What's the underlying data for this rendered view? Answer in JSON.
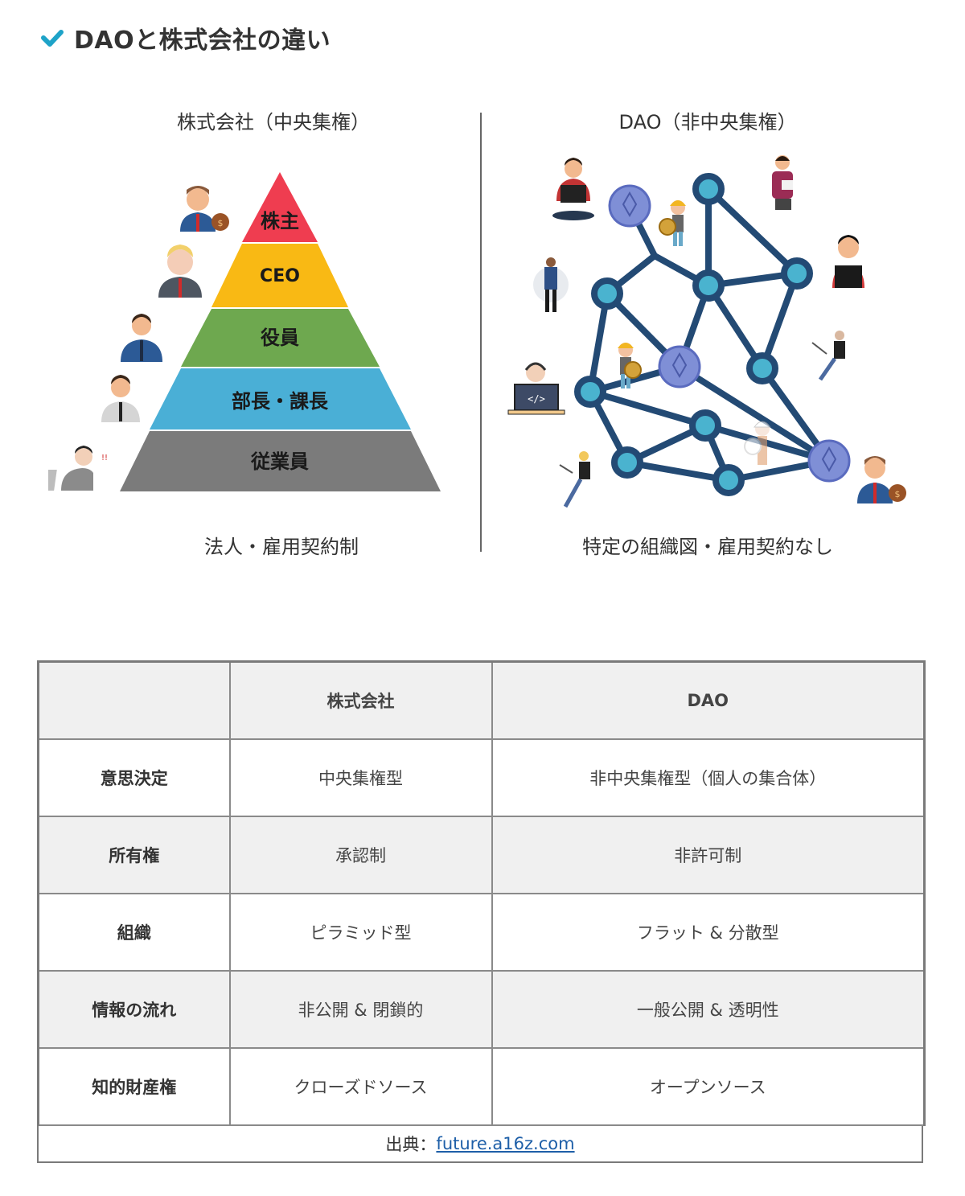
{
  "heading": {
    "icon": "checkmark-icon",
    "icon_color": "#1ea3c8",
    "title": "DAOと株式会社の違い"
  },
  "figure": {
    "left_panel": {
      "title": "株式会社（中央集権）",
      "caption": "法人・雇用契約制",
      "pyramid_levels": [
        {
          "label": "株主",
          "color": "#ef3d50",
          "person": "shareholder-with-money-bag"
        },
        {
          "label": "CEO",
          "color": "#f9b914",
          "person": "ceo"
        },
        {
          "label": "役員",
          "color": "#6ea84f",
          "person": "executive"
        },
        {
          "label": "部長・課長",
          "color": "#4aafd6",
          "person": "manager"
        },
        {
          "label": "従業員",
          "color": "#7b7b7b",
          "person": "stressed-employee"
        }
      ]
    },
    "right_panel": {
      "title": "DAO（非中央集権）",
      "caption": "特定の組織図・雇用契約なし",
      "node_color": "#4ab3cf",
      "edge_color": "#234a74",
      "coin_color": "#7f8fd6"
    }
  },
  "table": {
    "headers": [
      "",
      "株式会社",
      "DAO"
    ],
    "rows": [
      {
        "label": "意思決定",
        "company": "中央集権型",
        "dao": "非中央集権型（個人の集合体）"
      },
      {
        "label": "所有権",
        "company": "承認制",
        "dao": "非許可制"
      },
      {
        "label": "組織",
        "company": "ピラミッド型",
        "dao": "フラット & 分散型"
      },
      {
        "label": "情報の流れ",
        "company": "非公開 & 閉鎖的",
        "dao": "一般公開 & 透明性"
      },
      {
        "label": "知的財産権",
        "company": "クローズドソース",
        "dao": "オープンソース"
      }
    ],
    "source_prefix": "出典：",
    "source_link": "future.a16z.com"
  }
}
